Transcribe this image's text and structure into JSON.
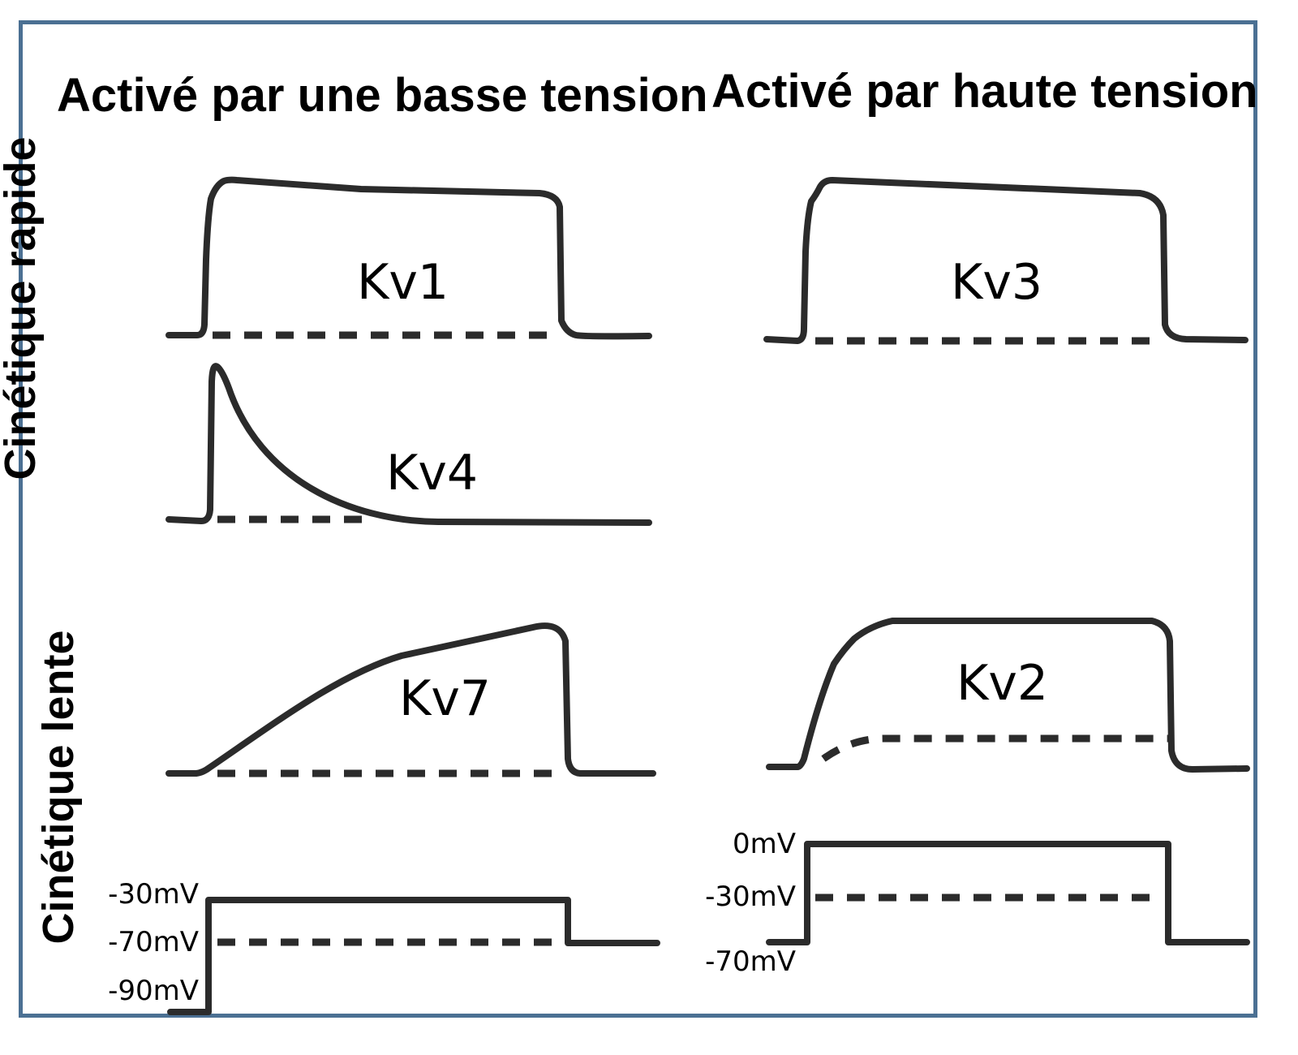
{
  "headers": {
    "low_voltage": "Activé par une basse tension",
    "high_voltage": "Activé par haute tension"
  },
  "side_labels": {
    "fast": "Cinétique rapide",
    "slow": "Cinétique lente"
  },
  "channels": {
    "kv1": "Kv1",
    "kv3": "Kv3",
    "kv4": "Kv4",
    "kv7": "Kv7",
    "kv2": "Kv2"
  },
  "protocol_low": {
    "v1": "-30mV",
    "v2": "-70mV",
    "v3": "-90mV"
  },
  "protocol_high": {
    "v1": "0mV",
    "v2": "-30mV",
    "v3": "-70mV"
  },
  "colors": {
    "frame": "#4b7093",
    "trace": "#2b2b2b"
  }
}
